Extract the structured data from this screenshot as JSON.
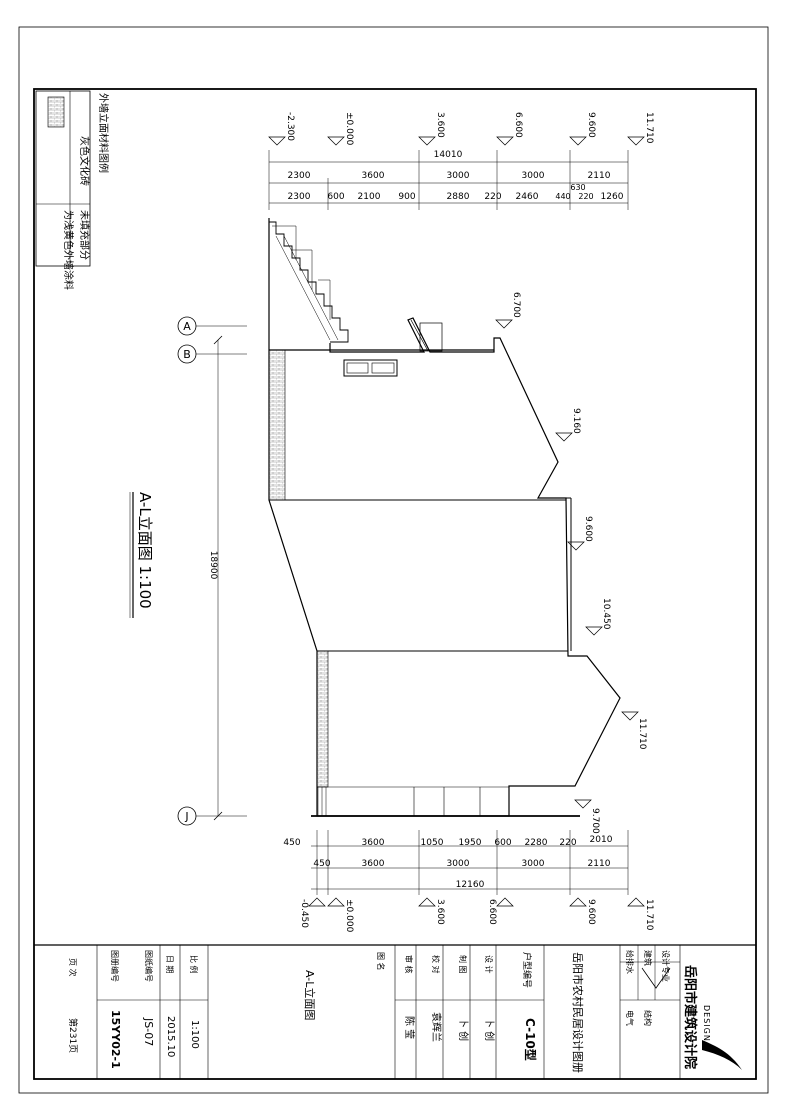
{
  "drawing_title": "A-L立面图 1:100",
  "legend": {
    "title": "外墙立面材料图例",
    "items": [
      {
        "material": "灰色文化砖",
        "remark": ""
      },
      {
        "material": "未填充部分",
        "remark": "为浅黄色外墙涂料"
      }
    ]
  },
  "axes": {
    "a": "A",
    "b": "B",
    "j": "J",
    "overall": "18900"
  },
  "elevations_top": [
    "-2.300",
    "±0.000",
    "3.600",
    "6.600",
    "9.600",
    "11.710"
  ],
  "elevations_bottom": [
    "-0.450",
    "±0.000",
    "3.600",
    "6.600",
    "9.600",
    "11.710"
  ],
  "elevations_mid": [
    "6.700",
    "9.160",
    "9.600",
    "10.450",
    "11.710",
    "9.700"
  ],
  "dims_top": {
    "total": "14010",
    "row1": [
      "2300",
      "3600",
      "3000",
      "3000",
      "2110"
    ],
    "row2": [
      "2300",
      "600",
      "2100",
      "900",
      "2880",
      "220",
      "2460",
      "440",
      "220",
      "1260"
    ],
    "extra": "630"
  },
  "dims_bottom": {
    "total": "12160",
    "row1": [
      "450",
      "3600",
      "1050",
      "1950",
      "600",
      "2280",
      "220",
      "2010"
    ],
    "row2": [
      "450",
      "3600",
      "3000",
      "3000",
      "2110"
    ]
  },
  "title_block": {
    "institute": "岳阳市建筑设计院",
    "design_word": "DESIGN",
    "atlas": "岳阳市农村民居设计图册",
    "discipline_label": "设计专业",
    "disc": [
      "建筑",
      "结构",
      "给排水",
      "电气"
    ],
    "house_type_label": "户型编号",
    "house_type": "C-10型",
    "design_label": "设 计",
    "design_name": "卜 创",
    "draw_label": "制 图",
    "draw_name": "卜 创",
    "check_label": "校 对",
    "check_name": "袁辉兰",
    "review_label": "审 核",
    "review_name": "陈 莹",
    "figure_name_label": "图 名",
    "figure_name": "A-L立面图",
    "scale_label": "比 例",
    "scale": "1:100",
    "date_label": "日 期",
    "date": "2015.10",
    "drawing_no_label": "图纸编号",
    "drawing_no": "JS-07",
    "atlas_no_label": "图册编号",
    "atlas_no": "15YY02-1",
    "page_label": "页 次",
    "page": "第231页"
  }
}
